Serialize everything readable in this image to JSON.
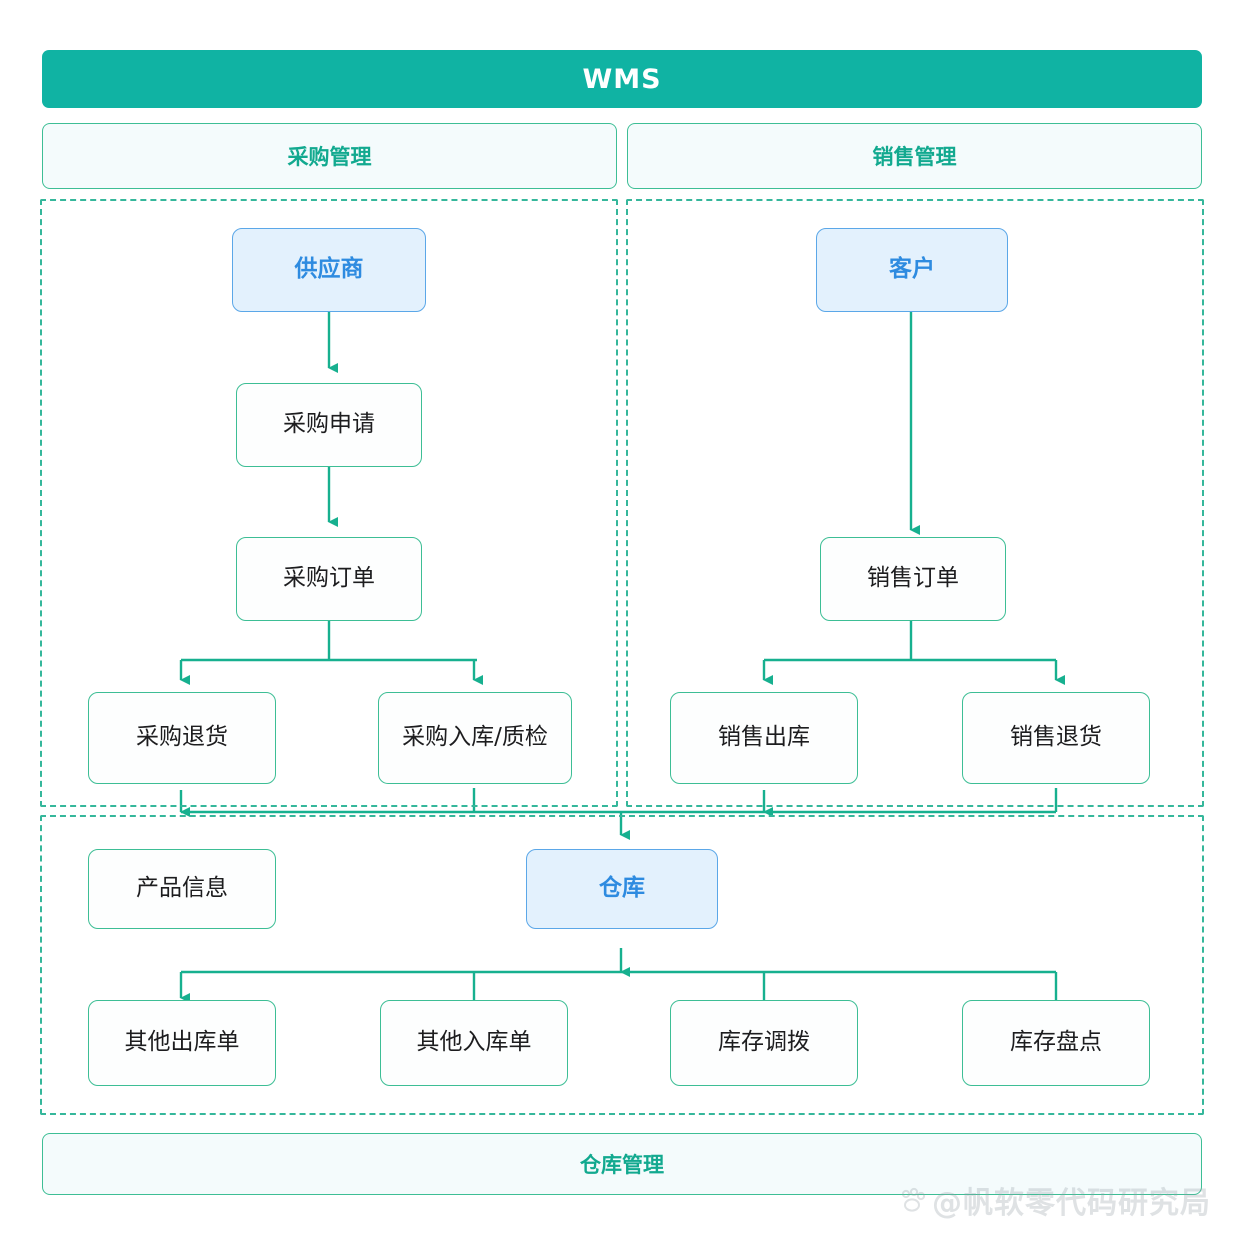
{
  "diagram": {
    "title": "WMS",
    "type": "flowchart",
    "banner": {
      "label": "WMS"
    },
    "sections": [
      {
        "id": "purchase",
        "label": "采购管理"
      },
      {
        "id": "sales",
        "label": "销售管理"
      },
      {
        "id": "warehouse",
        "label": "仓库管理"
      }
    ],
    "nodes": [
      {
        "id": "supplier",
        "label": "供应商",
        "style": "blue"
      },
      {
        "id": "purchase-req",
        "label": "采购申请",
        "style": "green"
      },
      {
        "id": "purchase-order",
        "label": "采购订单",
        "style": "green"
      },
      {
        "id": "purchase-return",
        "label": "采购退货",
        "style": "green"
      },
      {
        "id": "purchase-inbound",
        "label": "采购入库/质检",
        "style": "green"
      },
      {
        "id": "customer",
        "label": "客户",
        "style": "blue"
      },
      {
        "id": "sales-order",
        "label": "销售订单",
        "style": "green"
      },
      {
        "id": "sales-outbound",
        "label": "销售出库",
        "style": "green"
      },
      {
        "id": "sales-return",
        "label": "销售退货",
        "style": "green"
      },
      {
        "id": "product-info",
        "label": "产品信息",
        "style": "green"
      },
      {
        "id": "warehouse",
        "label": "仓库",
        "style": "blue"
      },
      {
        "id": "other-outbound",
        "label": "其他出库单",
        "style": "green"
      },
      {
        "id": "other-inbound",
        "label": "其他入库单",
        "style": "green"
      },
      {
        "id": "stock-transfer",
        "label": "库存调拨",
        "style": "green"
      },
      {
        "id": "stock-count",
        "label": "库存盘点",
        "style": "green"
      }
    ],
    "edges": [
      {
        "from": "supplier",
        "to": "purchase-req"
      },
      {
        "from": "purchase-req",
        "to": "purchase-order"
      },
      {
        "from": "purchase-order",
        "to": "purchase-return"
      },
      {
        "from": "purchase-order",
        "to": "purchase-inbound"
      },
      {
        "from": "customer",
        "to": "sales-order"
      },
      {
        "from": "sales-order",
        "to": "sales-outbound"
      },
      {
        "from": "sales-order",
        "to": "sales-return"
      },
      {
        "from": "purchase-inbound",
        "to": "warehouse"
      },
      {
        "from": "sales-return",
        "to": "warehouse"
      },
      {
        "from": "warehouse",
        "to": "purchase-return"
      },
      {
        "from": "warehouse",
        "to": "sales-outbound"
      },
      {
        "from": "other-inbound",
        "to": "warehouse"
      },
      {
        "from": "stock-transfer",
        "to": "warehouse"
      },
      {
        "from": "stock-count",
        "to": "warehouse"
      },
      {
        "from": "warehouse",
        "to": "other-outbound"
      }
    ],
    "colors": {
      "banner": "#10B3A3",
      "accent_green": "#3DBE95",
      "accent_teal_text": "#12A98F",
      "accent_blue": "#5BA7E8",
      "blue_fill": "#E3F1FD",
      "blue_text": "#2E8BE0",
      "pill_fill": "#F4FBFC",
      "connector": "#17B08F",
      "page_bg": "#FFFFFF"
    }
  },
  "watermark": {
    "text": "@帆软零代码研究局",
    "icon": "paw-icon"
  }
}
